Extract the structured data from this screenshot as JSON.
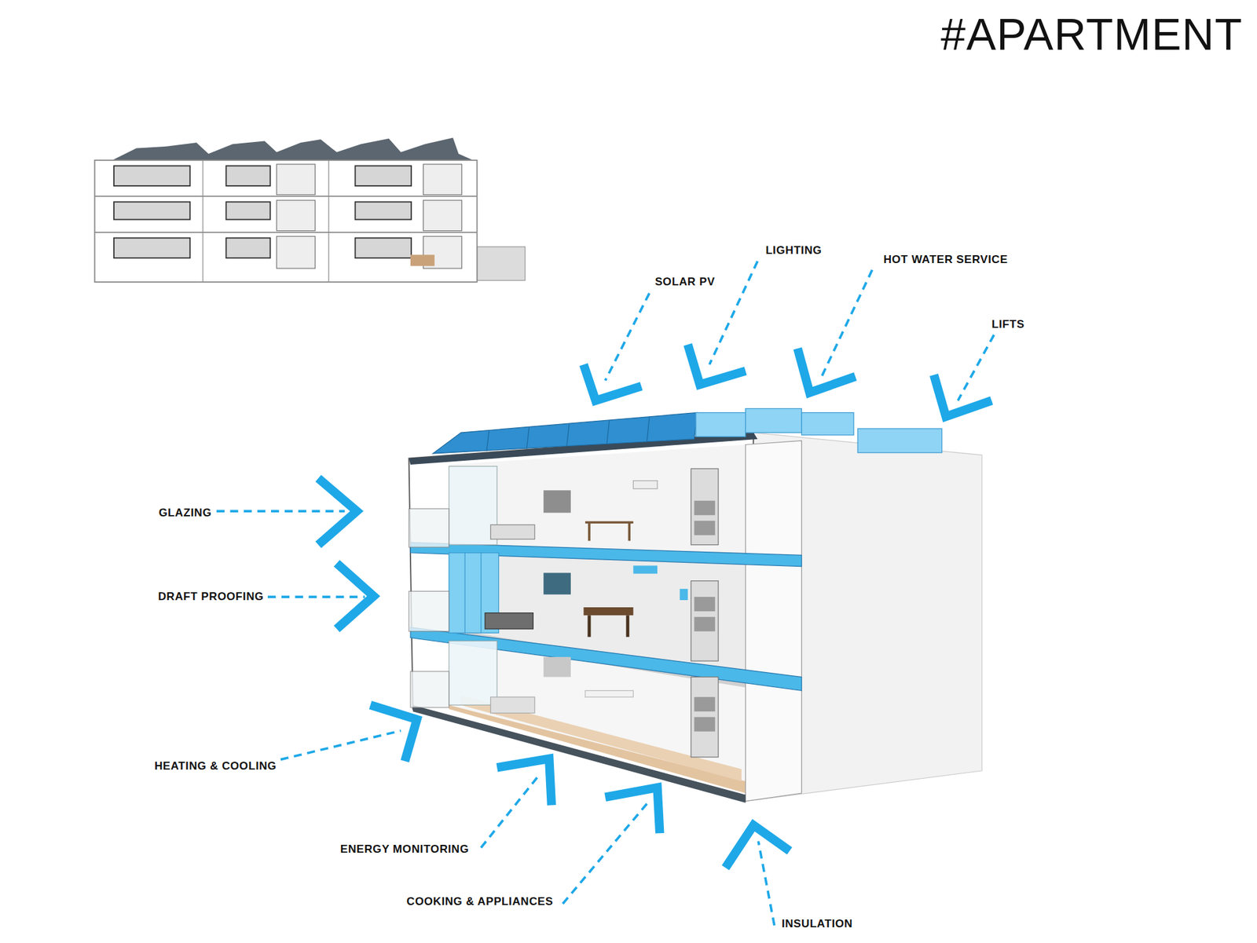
{
  "diagram": {
    "title": "#APARTMENT",
    "labels": [
      "SOLAR PV",
      "LIGHTING",
      "HOT WATER SERVICE",
      "LIFTS",
      "GLAZING",
      "DRAFT PROOFING",
      "HEATING & COOLING",
      "ENERGY MONITORING",
      "COOKING & APPLIANCES",
      "INSULATION"
    ]
  }
}
